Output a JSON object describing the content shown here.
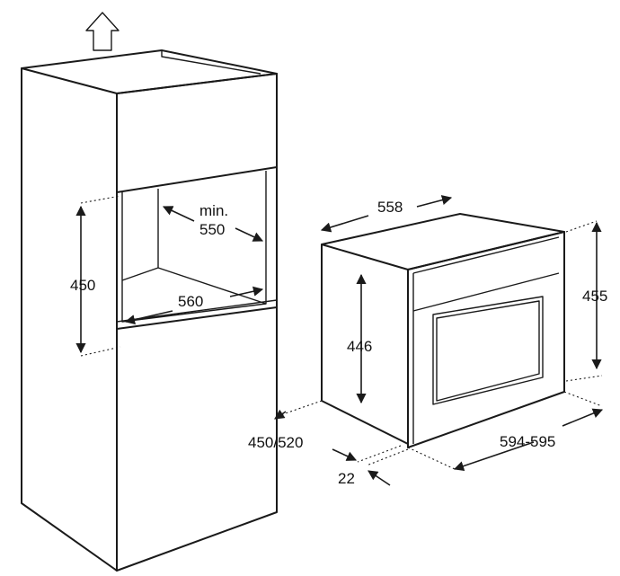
{
  "colors": {
    "line": "#1a1a1a",
    "background": "#ffffff"
  },
  "icons": {
    "ventilation": "up-arrow-icon"
  },
  "dimensions": {
    "niche_min_label": "min.",
    "niche_depth": "550",
    "niche_height": "450",
    "niche_width": "560",
    "oven_width": "558",
    "oven_body_height": "446",
    "oven_front_height": "455",
    "oven_depth": "450/520",
    "front_width": "594-595",
    "front_thickness": "22"
  }
}
